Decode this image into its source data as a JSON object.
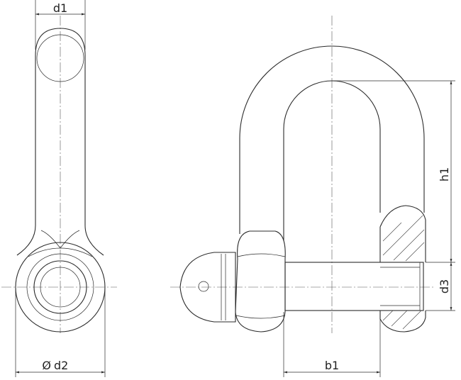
{
  "labels": {
    "d1": "d1",
    "d2": "d2",
    "diameter_symbol": "Ø",
    "h1": "h1",
    "b1": "b1",
    "d3": "d3"
  }
}
